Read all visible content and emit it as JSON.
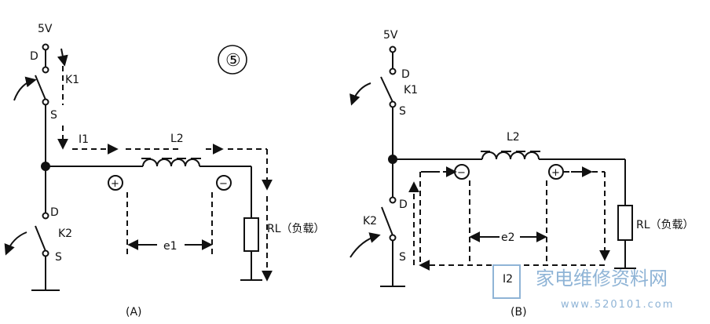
{
  "step_number": "⑤",
  "circuit_a": {
    "supply": "5V",
    "switch1": {
      "name": "K1",
      "drain": "D",
      "source": "S"
    },
    "switch2": {
      "name": "K2",
      "drain": "D",
      "source": "S"
    },
    "current": "I1",
    "inductor": "L2",
    "plus": "+",
    "minus": "−",
    "emf": "e1",
    "load": "RL（负载）",
    "caption": "(A)"
  },
  "circuit_b": {
    "supply": "5V",
    "switch1": {
      "name": "K1",
      "drain": "D",
      "source": "S"
    },
    "switch2": {
      "name": "K2",
      "drain": "D",
      "source": "S"
    },
    "current": "I2",
    "inductor": "L2",
    "plus": "+",
    "minus": "−",
    "emf": "e2",
    "load": "RL（负载）",
    "caption": "(B)"
  },
  "watermark": {
    "title": "家电维修资料网",
    "url": "www.520101.com"
  }
}
